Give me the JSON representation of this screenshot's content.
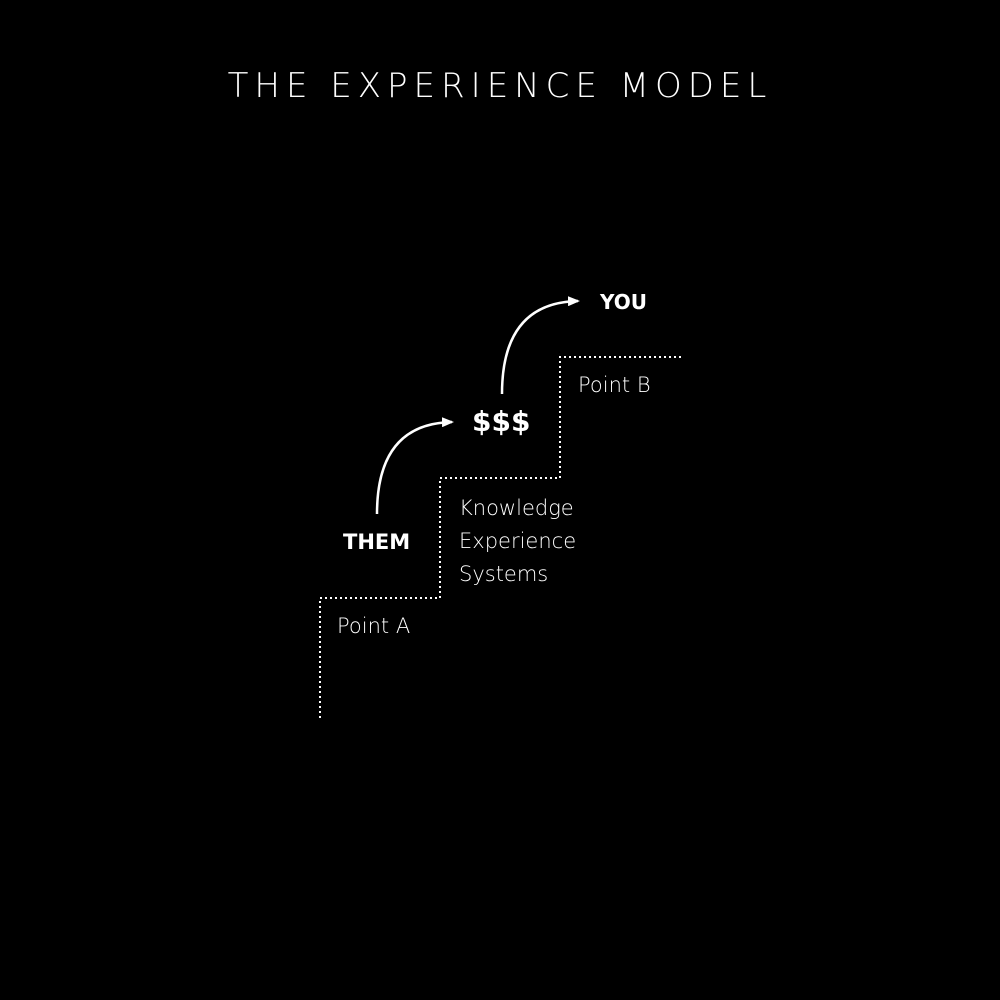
{
  "title": "THE EXPERIENCE MODEL",
  "labels": {
    "them": "THEM",
    "money": "$$$",
    "you": "YOU",
    "point_a": "Point A",
    "point_b": "Point B"
  },
  "step_middle_items": [
    "Knowledge",
    "Experience",
    "Systems"
  ],
  "colors": {
    "background": "#000000",
    "foreground": "#ffffff"
  }
}
